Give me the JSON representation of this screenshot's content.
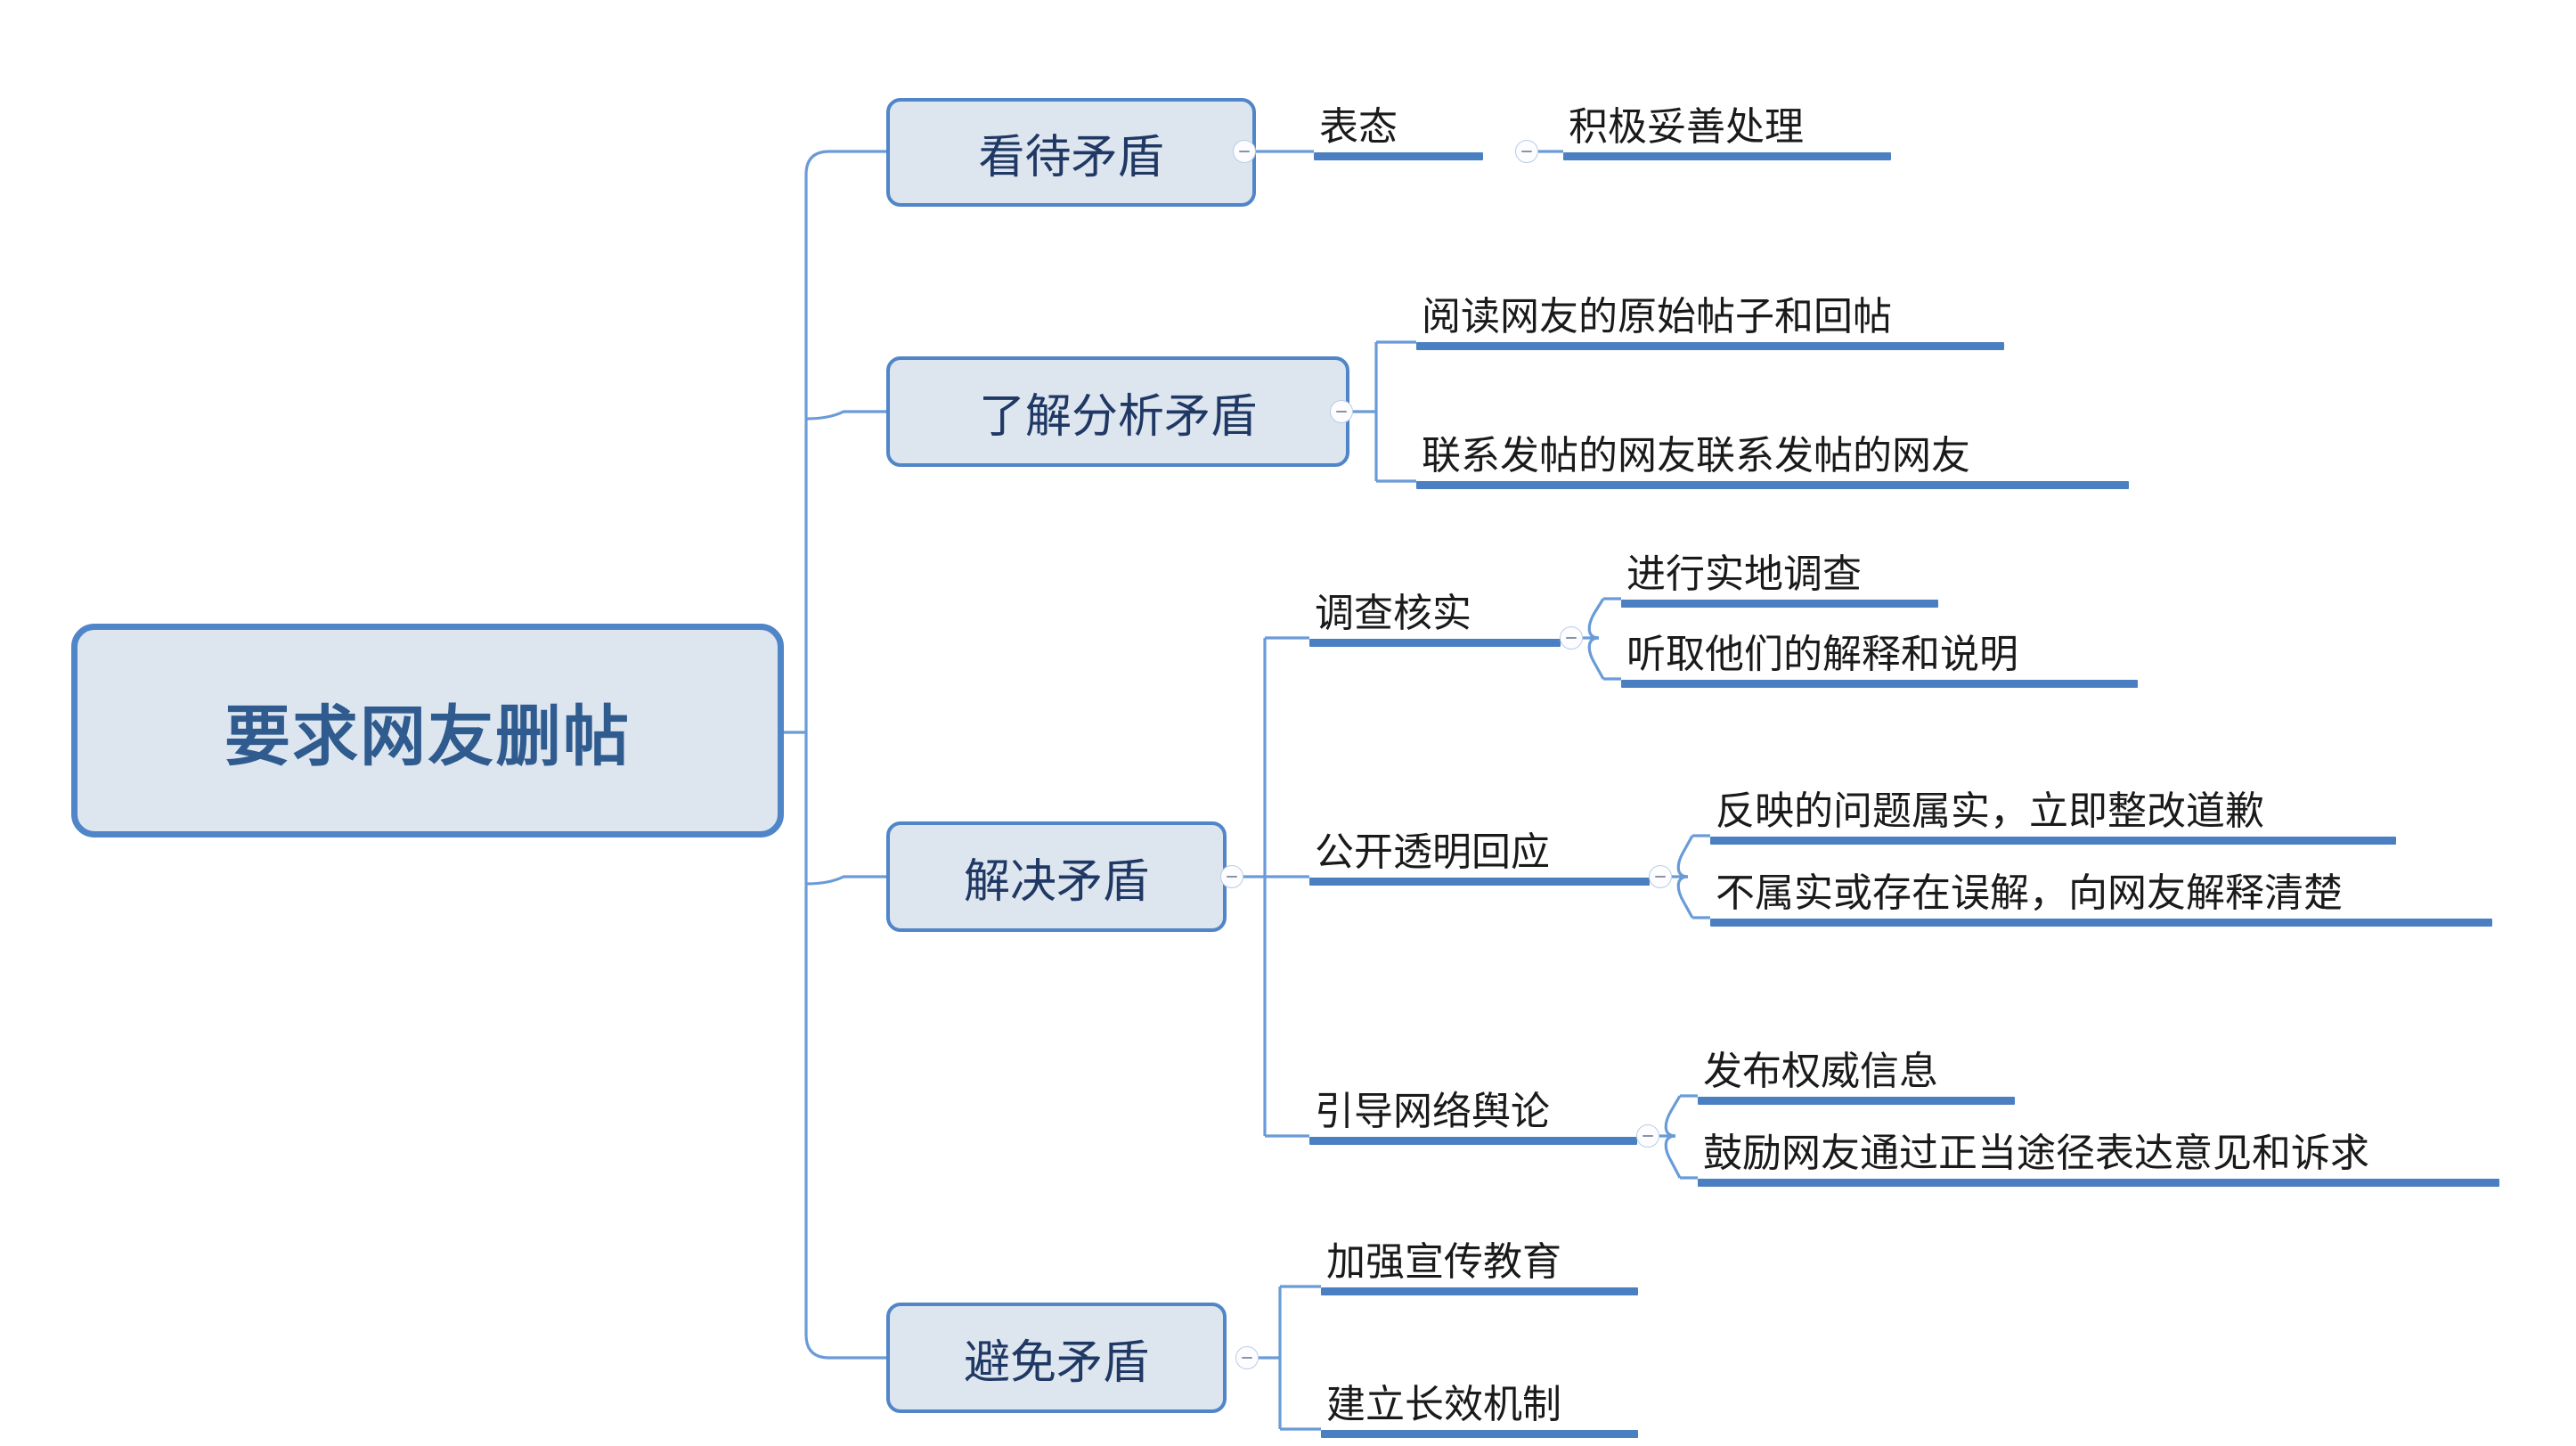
{
  "diagram": {
    "type": "mind-map",
    "title": "要求网友删帖",
    "colors": {
      "node_fill": "#dde5ef",
      "node_border": "#5085c8",
      "underline": "#4a7fc1",
      "connector": "#6a9bd8",
      "root_text": "#2f5b8f",
      "branch_text": "#1f3864",
      "leaf_text": "#1a1a1a",
      "background": "#ffffff"
    },
    "root": {
      "label": "要求网友删帖"
    },
    "branches": [
      {
        "label": "看待矛盾",
        "toggle": "collapse-toggle",
        "children": [
          {
            "label": "表态",
            "toggle": "collapse-toggle",
            "children": [
              {
                "label": "积极妥善处理"
              }
            ]
          }
        ]
      },
      {
        "label": "了解分析矛盾",
        "toggle": "collapse-toggle",
        "children": [
          {
            "label": "阅读网友的原始帖子和回帖"
          },
          {
            "label": "联系发帖的网友联系发帖的网友"
          }
        ]
      },
      {
        "label": "解决矛盾",
        "toggle": "collapse-toggle",
        "children": [
          {
            "label": "调查核实",
            "toggle": "collapse-toggle",
            "children": [
              {
                "label": "进行实地调查"
              },
              {
                "label": "听取他们的解释和说明"
              }
            ]
          },
          {
            "label": "公开透明回应",
            "toggle": "collapse-toggle",
            "children": [
              {
                "label": "反映的问题属实，立即整改道歉"
              },
              {
                "label": "不属实或存在误解，向网友解释清楚"
              }
            ]
          },
          {
            "label": "引导网络舆论",
            "toggle": "collapse-toggle",
            "children": [
              {
                "label": "发布权威信息"
              },
              {
                "label": "鼓励网友通过正当途径表达意见和诉求"
              }
            ]
          }
        ]
      },
      {
        "label": "避免矛盾",
        "toggle": "collapse-toggle",
        "children": [
          {
            "label": "加强宣传教育"
          },
          {
            "label": "建立长效机制"
          }
        ]
      }
    ]
  }
}
